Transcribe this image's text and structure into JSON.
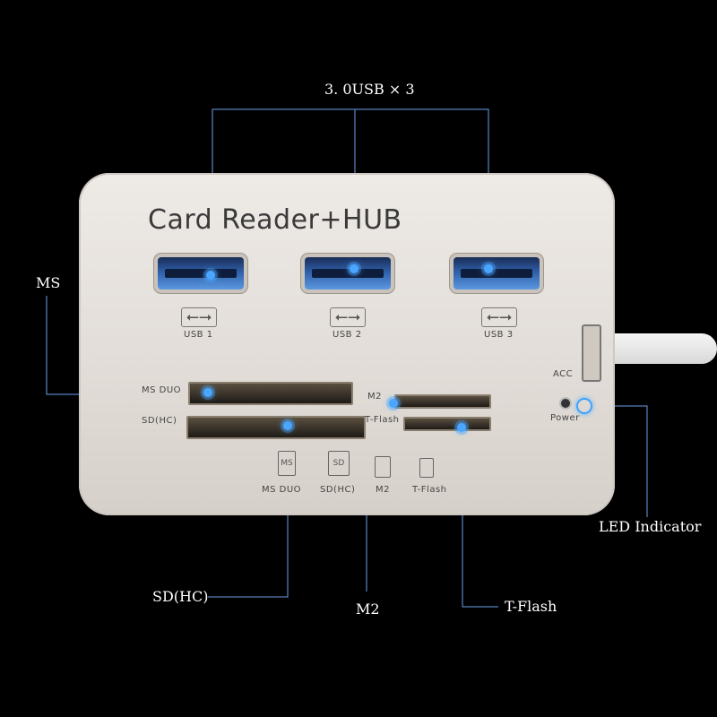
{
  "callouts": {
    "usb_ports": "3. 0USB × 3",
    "ms": "MS",
    "sd_hc": "SD(HC)",
    "m2": "M2",
    "t_flash": "T-Flash",
    "led_indicator": "LED Indicator"
  },
  "device": {
    "title": "Card Reader+HUB",
    "usb_labels": [
      "USB 1",
      "USB 2",
      "USB 3"
    ],
    "slot_labels": {
      "ms_duo": "MS DUO",
      "sd_hc": "SD(HC)",
      "m2": "M2",
      "t_flash": "T-Flash",
      "acc": "ACC",
      "power": "Power"
    },
    "card_icons": [
      {
        "label": "MS DUO",
        "glyph": "MS"
      },
      {
        "label": "SD(HC)",
        "glyph": "SD"
      },
      {
        "label": "M2",
        "glyph": ""
      },
      {
        "label": "T-Flash",
        "glyph": ""
      }
    ]
  },
  "colors": {
    "background": "#000000",
    "callout_line": "#6aa0e8",
    "led_blue": "#4aa6ff",
    "device_body": "#e6e1dc"
  },
  "icons": {
    "usb": "usb-icon",
    "marker": "blue-led-marker-icon"
  }
}
